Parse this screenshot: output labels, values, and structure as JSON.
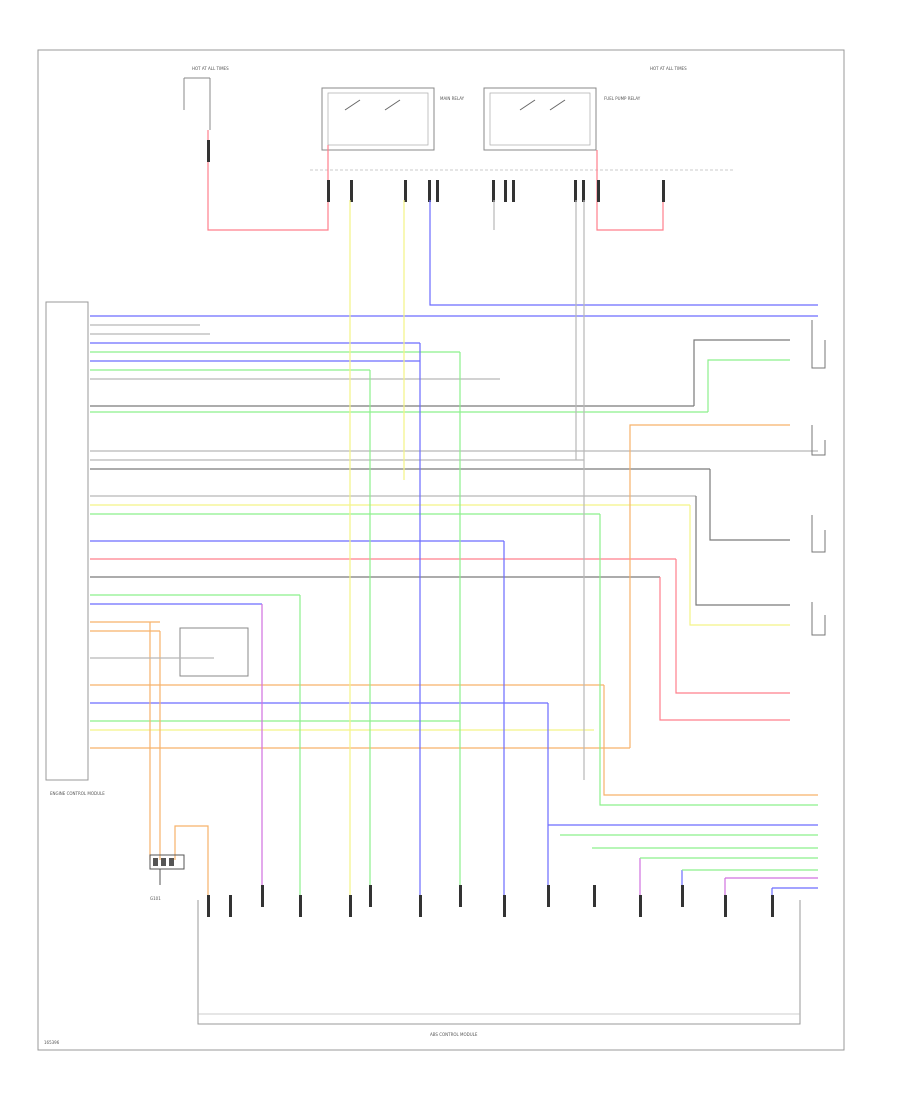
{
  "diagram_id": "165396",
  "top_connector_labels": {
    "left_fuse": "HOT AT ALL TIMES",
    "right_fuse": "HOT AT ALL TIMES"
  },
  "components": {
    "left_relay_box": "MAIN RELAY",
    "right_relay_box": "FUEL PUMP RELAY",
    "ecm": "ENGINE CONTROL MODULE",
    "bottom_unit": "ABS CONTROL MODULE",
    "ground": "G101"
  },
  "colors": {
    "red": "#ff7f8c",
    "blue": "#6c6cff",
    "yellow": "#f4f486",
    "green": "#8cf08c",
    "gray": "#7a7a7a",
    "lightgray": "#b8b8b8",
    "orange": "#f7b26a",
    "violet": "#d070e0",
    "black": "#333333"
  }
}
